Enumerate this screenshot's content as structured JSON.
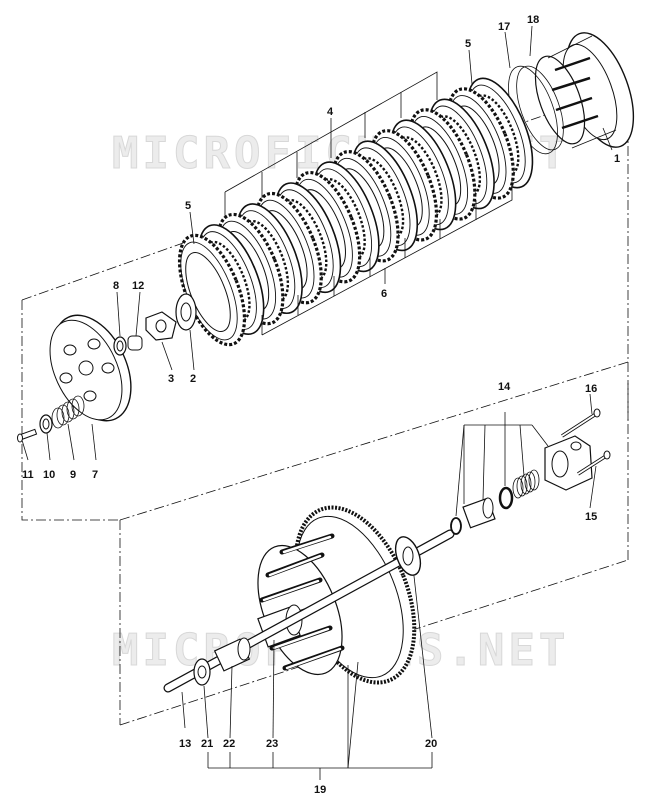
{
  "watermarks": {
    "upper": "MICROFICHES.NET",
    "lower": "MICROFICHES.NET"
  },
  "parts": [
    {
      "id": "p1",
      "label": "1"
    },
    {
      "id": "p2",
      "label": "2"
    },
    {
      "id": "p3",
      "label": "3"
    },
    {
      "id": "p4",
      "label": "4"
    },
    {
      "id": "p5a",
      "label": "5"
    },
    {
      "id": "p5b",
      "label": "5"
    },
    {
      "id": "p6",
      "label": "6"
    },
    {
      "id": "p7",
      "label": "7"
    },
    {
      "id": "p8",
      "label": "8"
    },
    {
      "id": "p9",
      "label": "9"
    },
    {
      "id": "p10",
      "label": "10"
    },
    {
      "id": "p11",
      "label": "11"
    },
    {
      "id": "p12",
      "label": "12"
    },
    {
      "id": "p13",
      "label": "13"
    },
    {
      "id": "p14",
      "label": "14"
    },
    {
      "id": "p15",
      "label": "15"
    },
    {
      "id": "p16",
      "label": "16"
    },
    {
      "id": "p17",
      "label": "17"
    },
    {
      "id": "p18",
      "label": "18"
    },
    {
      "id": "p19",
      "label": "19"
    },
    {
      "id": "p20",
      "label": "20"
    },
    {
      "id": "p21",
      "label": "21"
    },
    {
      "id": "p22",
      "label": "22"
    },
    {
      "id": "p23",
      "label": "23"
    }
  ]
}
